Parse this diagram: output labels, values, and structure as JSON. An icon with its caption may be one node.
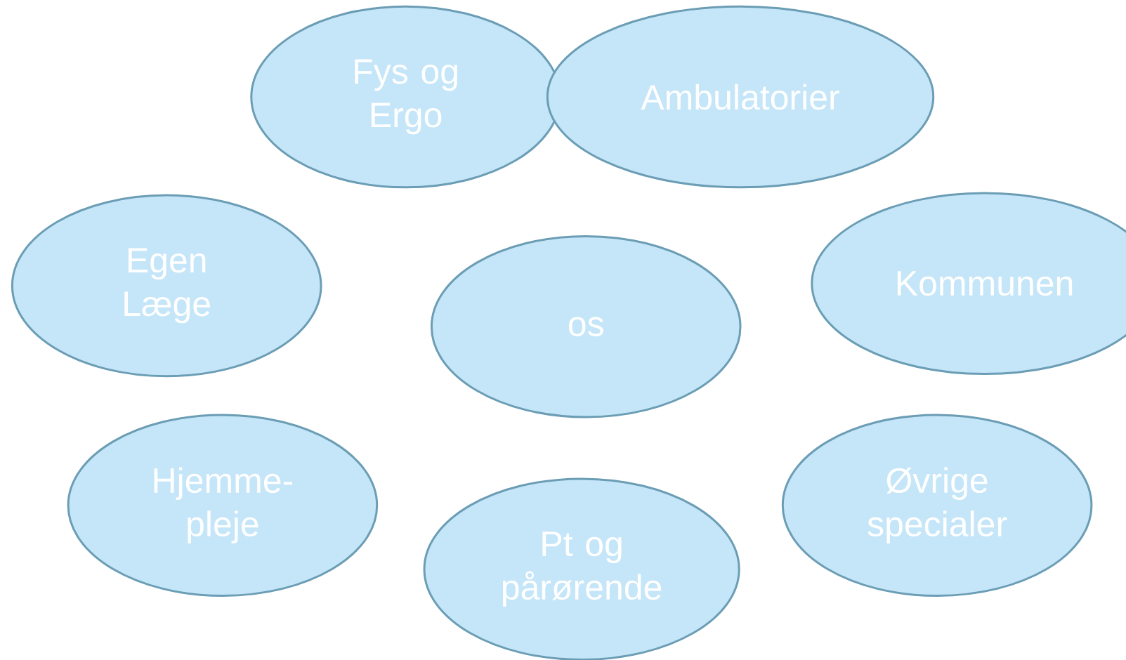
{
  "diagram": {
    "nodes": [
      {
        "text": [
          "Fys og Ergo"
        ]
      },
      {
        "text": [
          "Ambulatorier"
        ]
      },
      {
        "text": [
          "Egen Læge"
        ]
      },
      {
        "text": [
          "os"
        ]
      },
      {
        "text": [
          "Kommunen"
        ]
      },
      {
        "text": [
          "Hjemme- pleje"
        ]
      },
      {
        "text": [
          "Pt og pårørende"
        ]
      },
      {
        "text": [
          "Øvrige specialer"
        ]
      }
    ]
  }
}
